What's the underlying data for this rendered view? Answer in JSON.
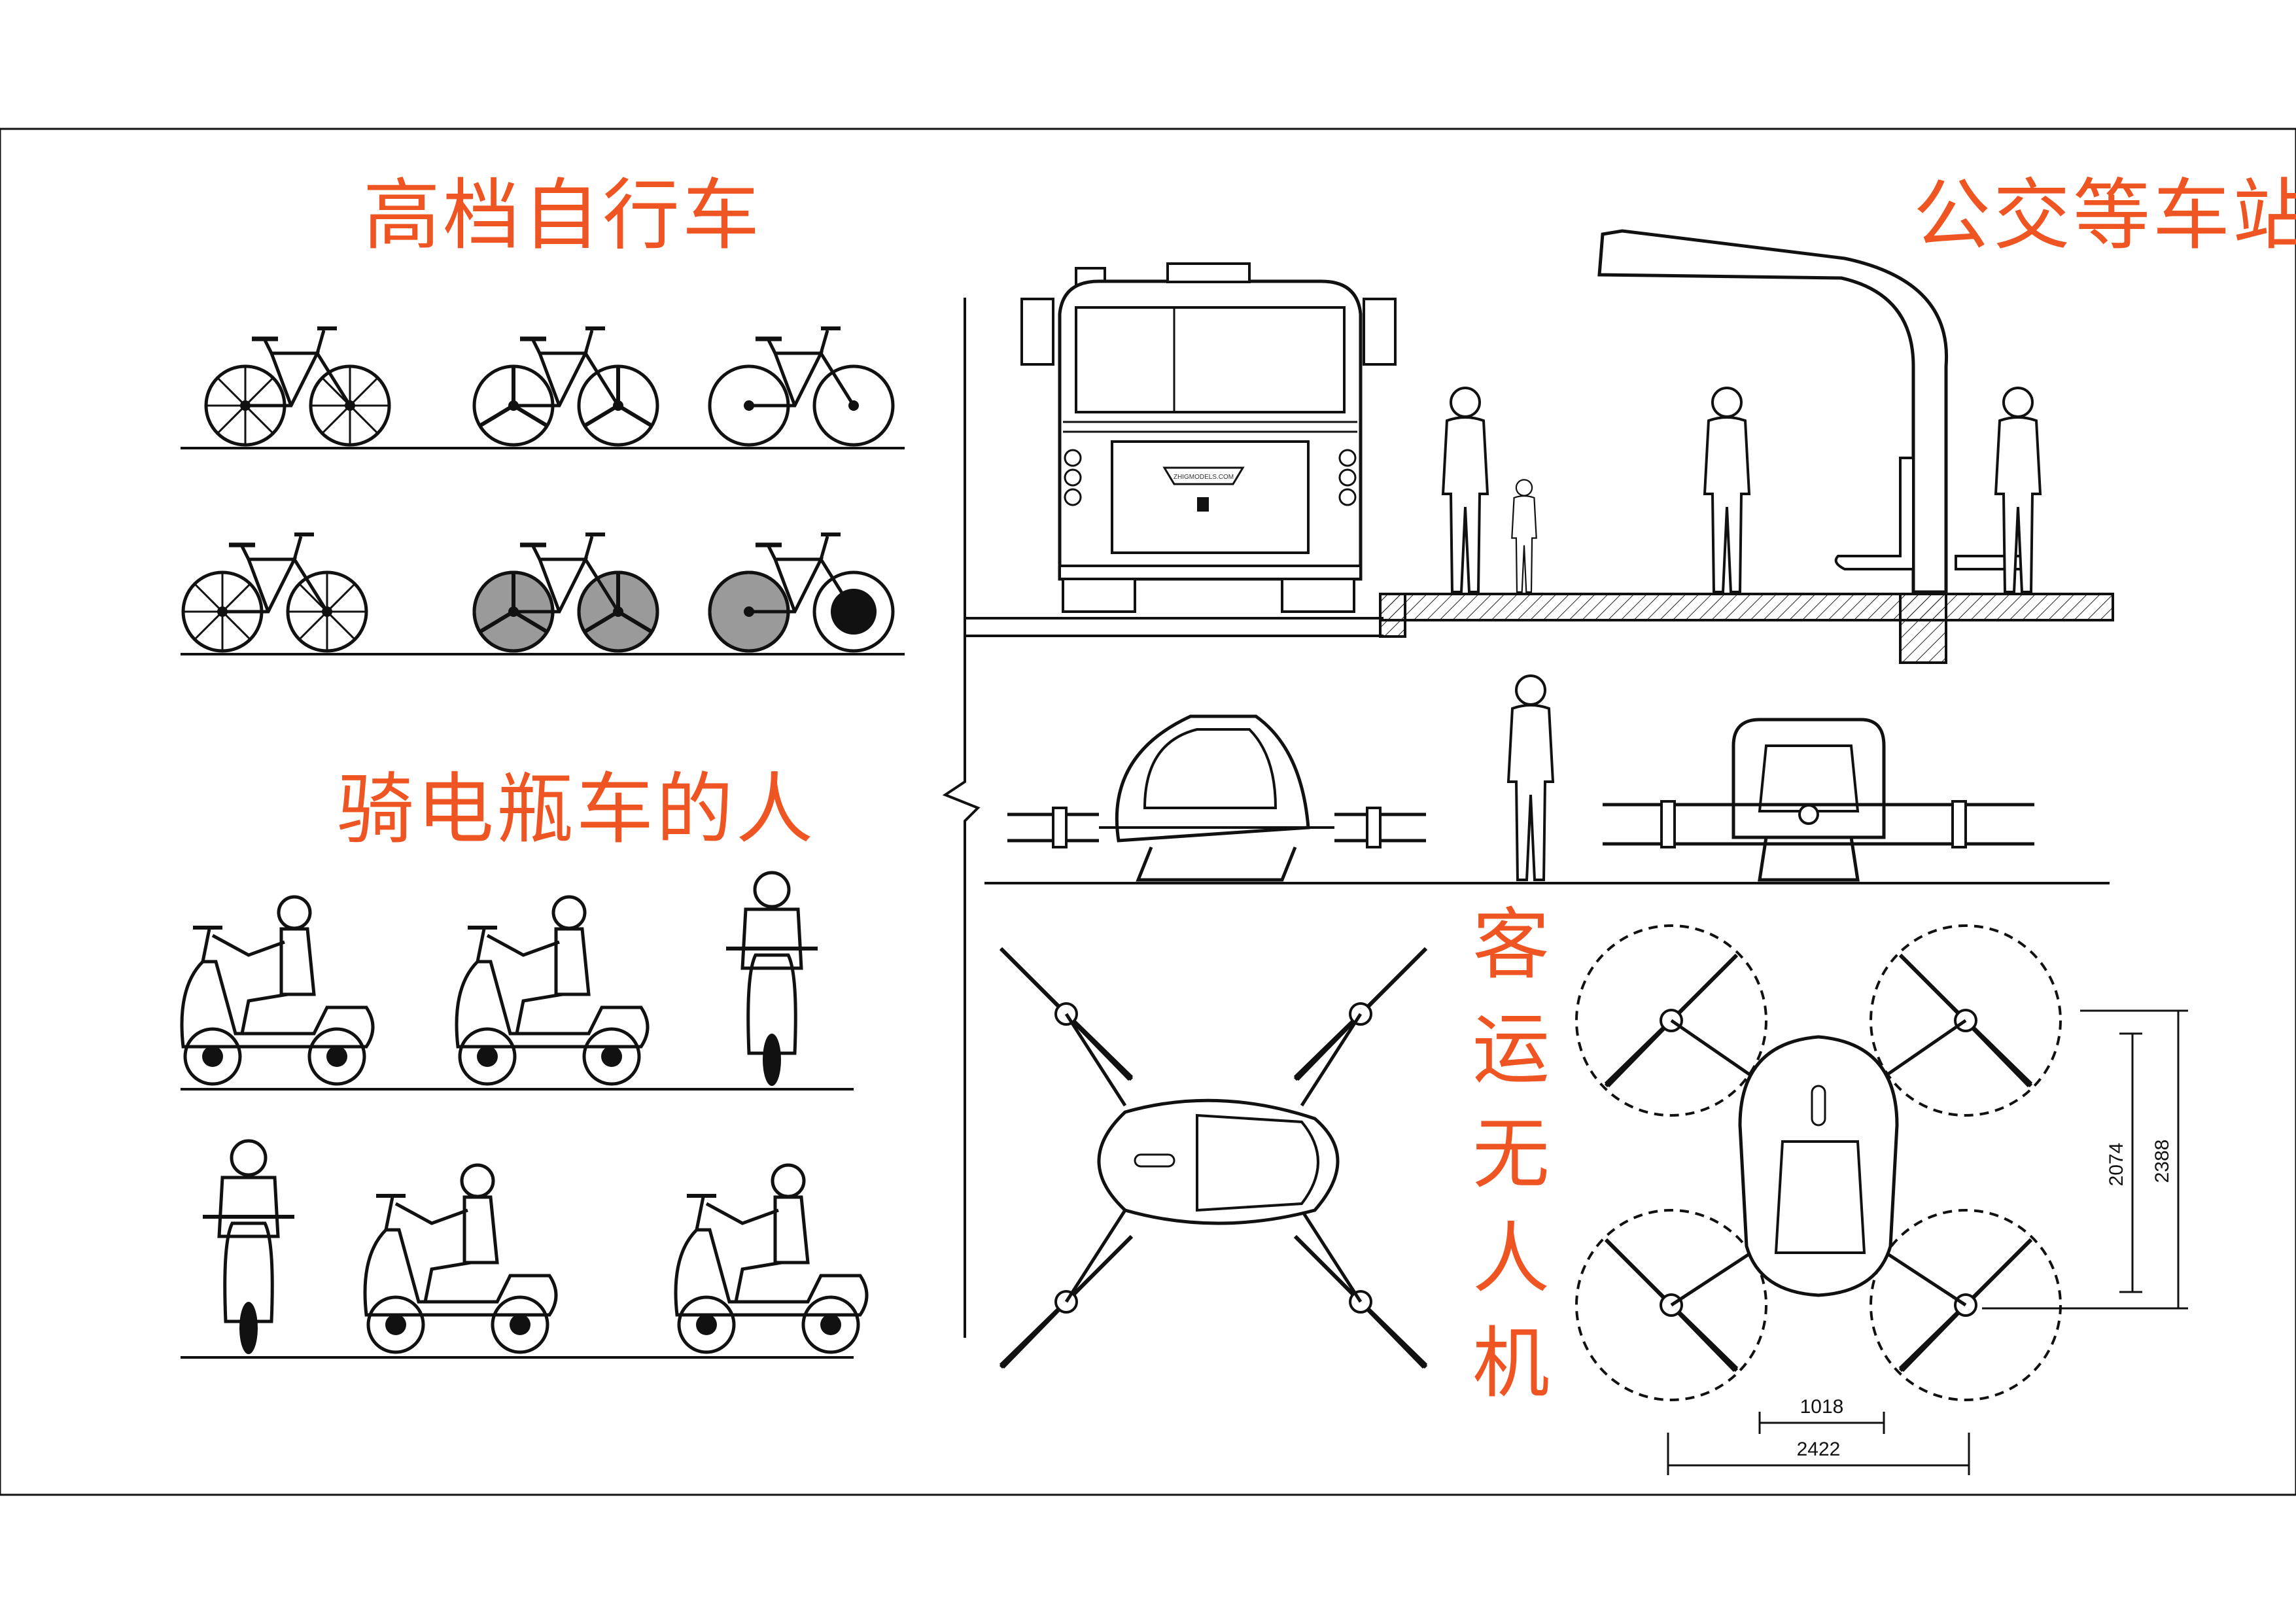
{
  "titles": {
    "bikes": "高档自行车",
    "bus_stop": "公交等车站",
    "scooters": "骑电瓶车的人",
    "drone": [
      "客",
      "运",
      "无",
      "人",
      "机"
    ]
  },
  "dimensions": {
    "inner_width": "1018",
    "outer_width": "2422",
    "inner_length": "2074",
    "outer_length": "2388"
  },
  "bus": {
    "plate_text": "ZHIGMODELS.COM"
  },
  "colors": {
    "title": "#ee5522",
    "line": "#111111",
    "fill_gray": "#9a9a9a"
  },
  "icons": [
    "bicycle-icon",
    "scooter-rider-icon",
    "bus-front-icon",
    "bus-shelter-icon",
    "pedestrian-icon",
    "passenger-drone-icon",
    "drone-top-view-icon"
  ]
}
